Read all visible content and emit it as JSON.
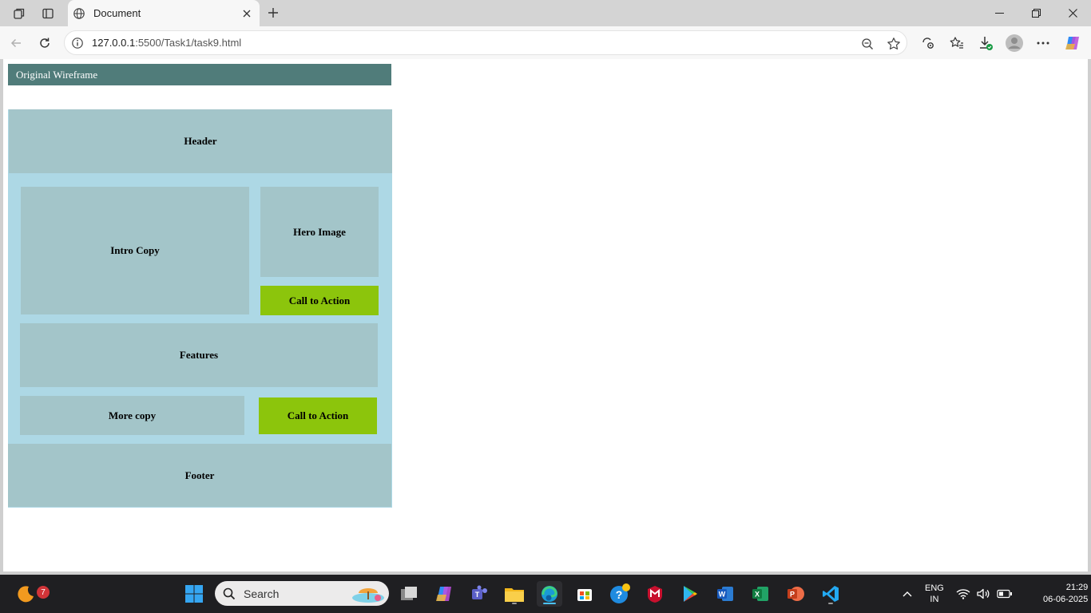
{
  "browser": {
    "tab_title": "Document",
    "url_host": "127.0.0.1",
    "url_path": ":5500/Task1/task9.html"
  },
  "page": {
    "wireframe_title": "Original Wireframe",
    "header": "Header",
    "intro_copy": "Intro Copy",
    "hero_image": "Hero Image",
    "cta_primary": "Call to Action",
    "features": "Features",
    "more_copy": "More copy",
    "cta_secondary": "Call to Action",
    "footer": "Footer"
  },
  "taskbar": {
    "search_placeholder": "Search",
    "notification_count": "7",
    "lang_line1": "ENG",
    "lang_line2": "IN",
    "time": "21:29",
    "date": "06-06-2025"
  },
  "colors": {
    "wireframe_title_bg": "#507c7a",
    "container_bg": "#add8e5",
    "block_bg": "#a3c5c9",
    "cta_bg": "#8cc50c"
  }
}
